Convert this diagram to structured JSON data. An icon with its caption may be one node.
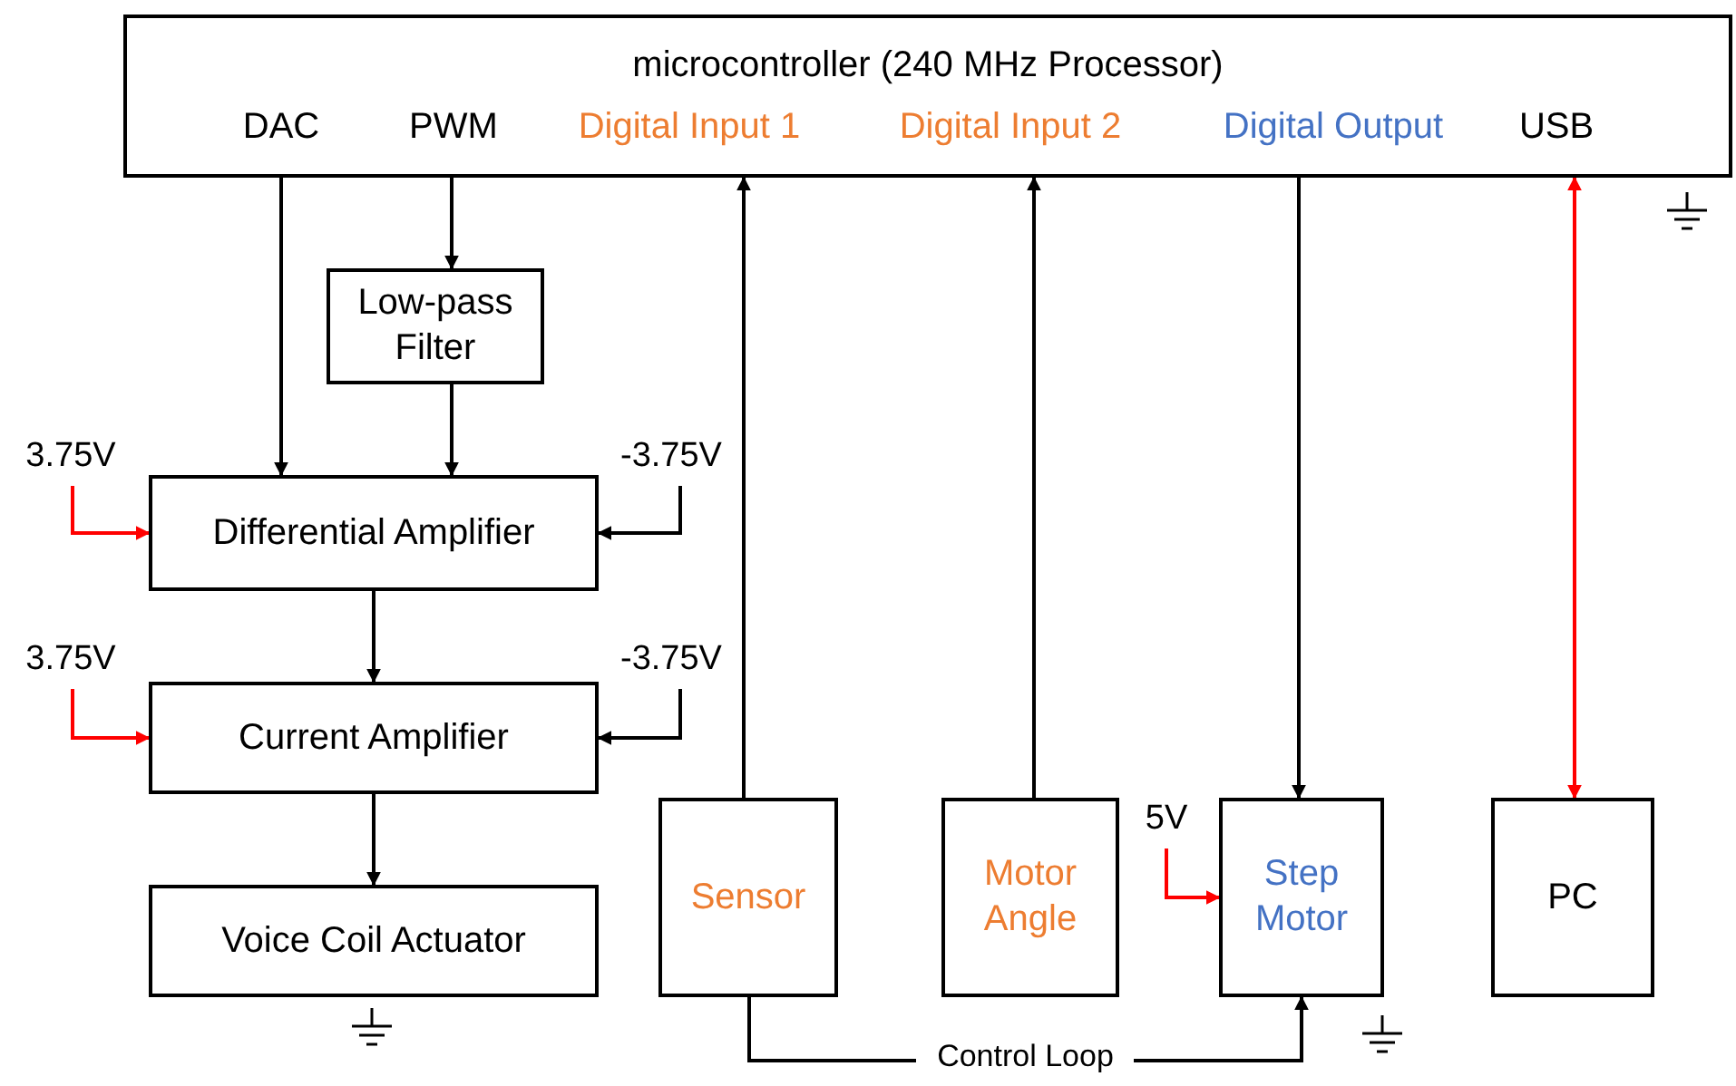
{
  "diagram": {
    "nodes": [
      {
        "text": [
          "microcontroller (240 MHz Processor)"
        ]
      },
      {
        "text": [
          "DAC"
        ],
        "in": 0
      },
      {
        "text": [
          "PWM"
        ],
        "in": 0
      },
      {
        "text": [
          "Digital Input 1"
        ],
        "in": 0
      },
      {
        "text": [
          "Digital Input 2"
        ],
        "in": 0
      },
      {
        "text": [
          "Digital Output"
        ],
        "in": 0
      },
      {
        "text": [
          "USB"
        ],
        "in": 0
      },
      {
        "text": [
          "Low-pass Filter"
        ]
      },
      {
        "text": [
          "3.75V"
        ]
      },
      {
        "text": [
          "-3.75V"
        ]
      },
      {
        "text": [
          "Differential Amplifier"
        ]
      },
      {
        "text": [
          "3.75V"
        ]
      },
      {
        "text": [
          "-3.75V"
        ]
      },
      {
        "text": [
          "Current Amplifier"
        ]
      },
      {
        "text": [
          "Voice Coil Actuator"
        ]
      },
      {
        "text": [
          "Sensor"
        ]
      },
      {
        "text": [
          "Motor Angle"
        ]
      },
      {
        "text": [
          "5V"
        ]
      },
      {
        "text": [
          "Step Motor"
        ]
      },
      {
        "text": [
          "PC"
        ]
      }
    ],
    "edges": [
      {
        "from": 1,
        "to": 10,
        "arrow": "to"
      },
      {
        "from": 2,
        "to": 7,
        "arrow": "to"
      },
      {
        "from": 7,
        "to": 10,
        "arrow": "to"
      },
      {
        "from": 8,
        "to": 10,
        "arrow": "to",
        "color": "#ff0000"
      },
      {
        "from": 9,
        "to": 10,
        "arrow": "to"
      },
      {
        "from": 10,
        "to": 13,
        "arrow": "to"
      },
      {
        "from": 11,
        "to": 13,
        "arrow": "to",
        "color": "#ff0000"
      },
      {
        "from": 12,
        "to": 13,
        "arrow": "to"
      },
      {
        "from": 13,
        "to": 14,
        "arrow": "to"
      },
      {
        "from": 15,
        "to": 3,
        "arrow": "to"
      },
      {
        "from": 16,
        "to": 4,
        "arrow": "to"
      },
      {
        "from": 5,
        "to": 18,
        "arrow": "to"
      },
      {
        "from": 6,
        "to": 19,
        "arrow": "both",
        "color": "#ff0000"
      },
      {
        "from": 17,
        "to": 18,
        "arrow": "to",
        "color": "#ff0000"
      },
      {
        "from": 15,
        "to": 18,
        "arrow": "to",
        "label": "Control Loop"
      }
    ]
  }
}
